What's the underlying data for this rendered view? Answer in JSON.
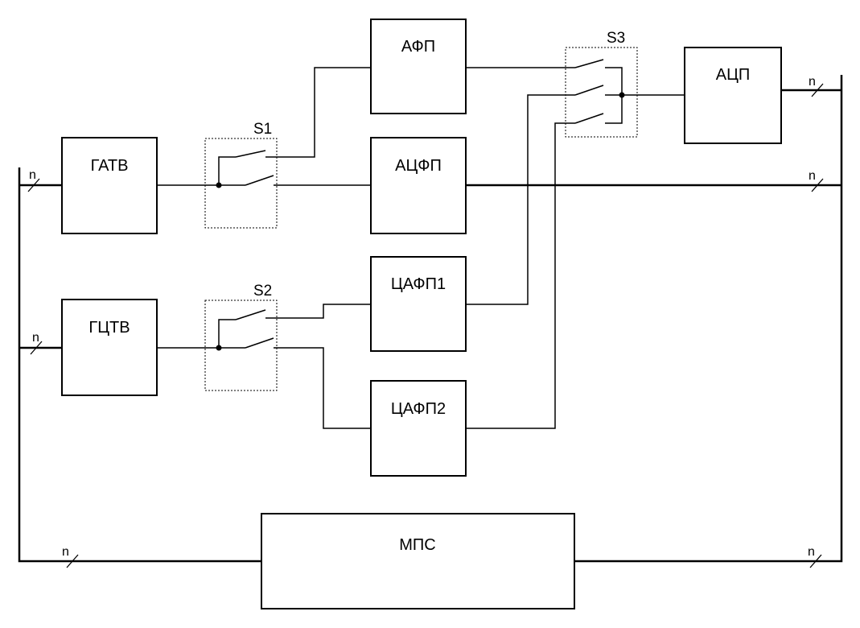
{
  "blocks": {
    "gatv": "ГАТВ",
    "gctv": "ГЦТВ",
    "afp": "АФП",
    "acfp": "АЦФП",
    "cafp1": "ЦАФП1",
    "cafp2": "ЦАФП2",
    "acp": "АЦП",
    "mps": "МПС"
  },
  "switches": {
    "s1": "S1",
    "s2": "S2",
    "s3": "S3"
  },
  "bus_width_label": "n"
}
